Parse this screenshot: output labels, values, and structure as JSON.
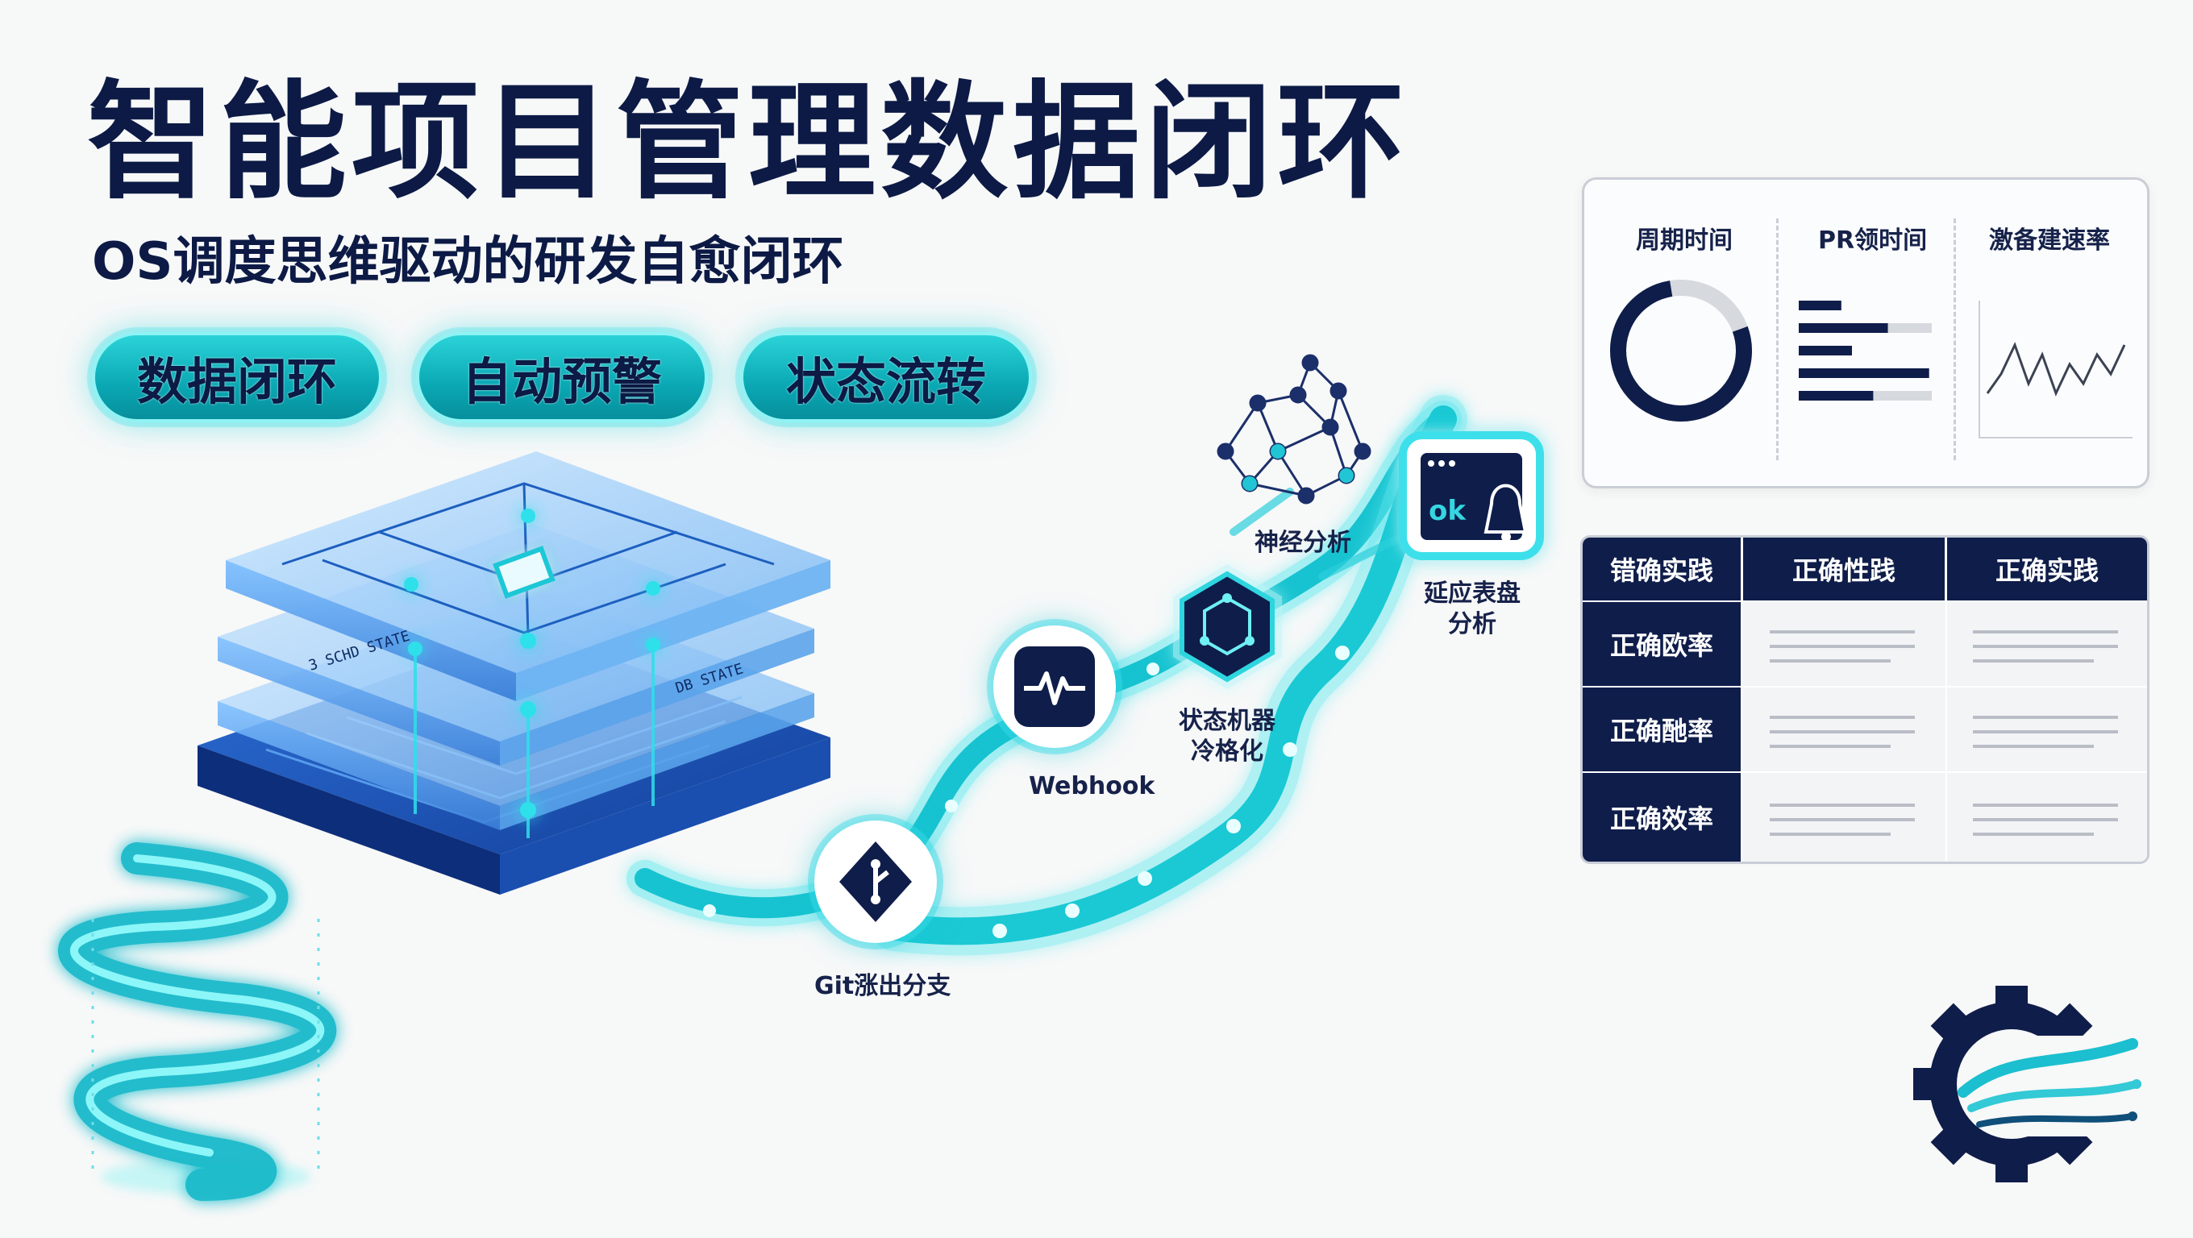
{
  "title": "智能项目管理数据闭环",
  "subtitle": "OS调度思维驱动的研发自愈闭环",
  "pills": [
    "数据闭环",
    "自动预警",
    "状态流转"
  ],
  "stack_labels": [
    "3 SCHD STATE",
    "DB STATE"
  ],
  "flow": {
    "git": "Git涨出分支",
    "webhook": "Webhook",
    "state_machine": "状态机器\n冷格化",
    "neural": "神经分析",
    "dashboard": "延应表盘\n分析",
    "dashboard_icon_text": "ok"
  },
  "metrics": {
    "headers": [
      "周期时间",
      "PR领时间",
      "激备建速率"
    ],
    "donut_fraction": 0.78,
    "bars": [
      {
        "dark": 0.32,
        "light": 0.0
      },
      {
        "dark": 0.67,
        "light": 0.33
      },
      {
        "dark": 0.4,
        "light": 0.0
      },
      {
        "dark": 0.98,
        "light": 0.0
      },
      {
        "dark": 0.56,
        "light": 0.44
      }
    ],
    "line_values": [
      3,
      5,
      8,
      4,
      7,
      3,
      6,
      4,
      7,
      5,
      8
    ]
  },
  "table": {
    "headers": [
      "错确实践",
      "正确性践",
      "正确实践"
    ],
    "rows": [
      "正确欧率",
      "正确酏率",
      "正确效率"
    ]
  },
  "colors": {
    "navy": "#0f1d4a",
    "cyan": "#19c7d2",
    "cyan_glow": "#6ff0f2"
  },
  "icons": [
    "git-diamond-icon",
    "heartbeat-icon",
    "hexagon-network-icon",
    "neural-network-icon",
    "dashboard-bell-icon",
    "gear-logo-icon",
    "spiral-decor-icon"
  ]
}
